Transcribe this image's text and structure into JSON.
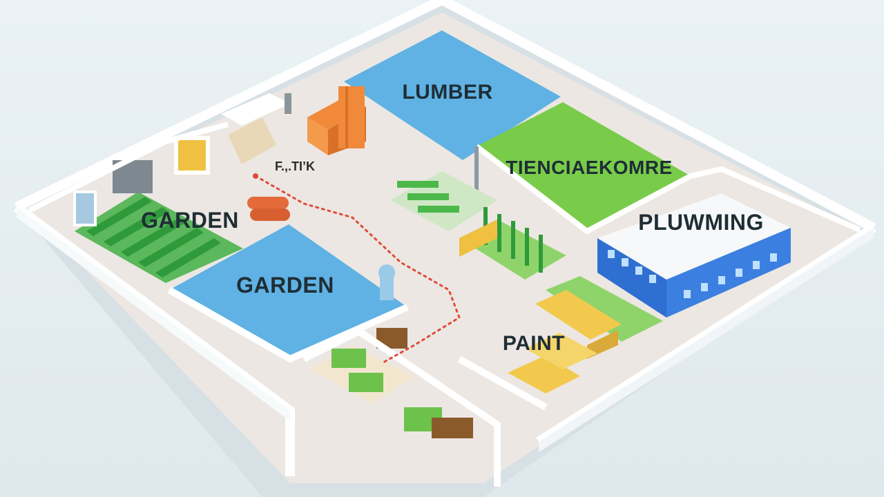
{
  "map": {
    "zones": {
      "lumber": "LUMBER",
      "tools": "TIENCIAEKOMRE",
      "plumbing": "PLUWMING",
      "garden_left": "GARDEN",
      "garden_pool": "GARDEN",
      "paint": "PAINT",
      "entry_sign": "F.,.TI’K"
    },
    "colors": {
      "floor": "#ece7e2",
      "wall": "#ffffff",
      "wall_shadow": "#d9e2e7",
      "water": "#5fb2e3",
      "green_zone": "#79cc4a",
      "plant_green": "#4cb84a",
      "crate_orange": "#f0893a",
      "paint_yellow": "#f2c94c",
      "building_blue": "#2f6fd1",
      "path_red": "#e04a3a"
    }
  }
}
